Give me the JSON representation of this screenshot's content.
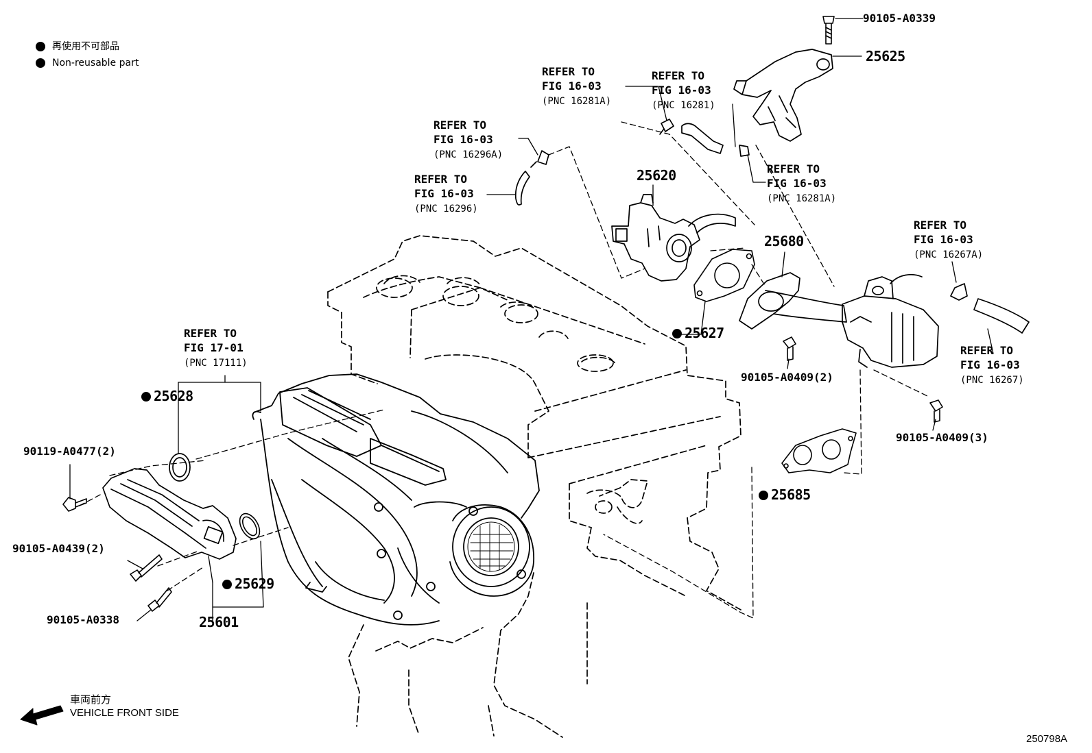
{
  "legend": {
    "japanese": "再使用不可部品",
    "english": "Non-reusable part"
  },
  "front_indicator": {
    "japanese": "車両前方",
    "english": "VEHICLE FRONT SIDE"
  },
  "figure_id": "250798A",
  "references": [
    {
      "line1": "REFER TO",
      "line2": "FIG 16-03",
      "pnc": "(PNC 16281A)"
    },
    {
      "line1": "REFER TO",
      "line2": "FIG 16-03",
      "pnc": "(PNC 16281)"
    },
    {
      "line1": "REFER TO",
      "line2": "FIG 16-03",
      "pnc": "(PNC 16296A)"
    },
    {
      "line1": "REFER TO",
      "line2": "FIG 16-03",
      "pnc": "(PNC 16296)"
    },
    {
      "line1": "REFER TO",
      "line2": "FIG 16-03",
      "pnc": "(PNC 16281A)"
    },
    {
      "line1": "REFER TO",
      "line2": "FIG 16-03",
      "pnc": "(PNC 16267A)"
    },
    {
      "line1": "REFER TO",
      "line2": "FIG 16-03",
      "pnc": "(PNC 16267)"
    },
    {
      "line1": "REFER TO",
      "line2": "FIG 17-01",
      "pnc": "(PNC 17111)"
    }
  ],
  "parts": {
    "p25625": "25625",
    "p25620": "25620",
    "p25680": "25680",
    "p25627": "25627",
    "p25628": "25628",
    "p25629": "25629",
    "p25601": "25601",
    "p25685": "25685"
  },
  "bolts": {
    "b90105_A0339": "90105-A0339",
    "b90105_A0409_2": "90105-A0409(2)",
    "b90105_A0409_3": "90105-A0409(3)",
    "b90119_A0477_2": "90119-A0477(2)",
    "b90105_A0439_2": "90105-A0439(2)",
    "b90105_A0338": "90105-A0338"
  }
}
